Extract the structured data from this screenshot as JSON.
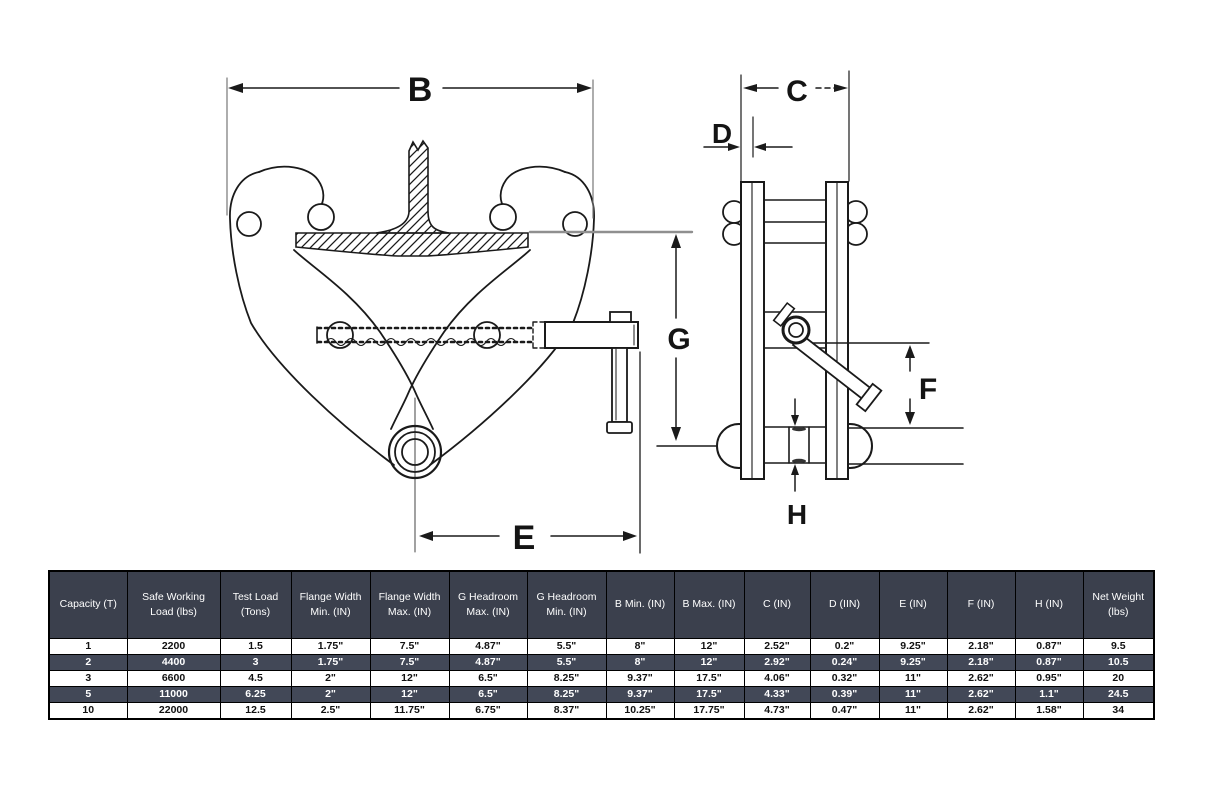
{
  "diagram": {
    "description": "beam clamp technical drawing, front view and side view",
    "dim_labels": {
      "B": "B",
      "C": "C",
      "D": "D",
      "E": "E",
      "F": "F",
      "G": "G",
      "H": "H"
    }
  },
  "table": {
    "columns": [
      "Capacity (T)",
      "Safe Working Load (lbs)",
      "Test Load (Tons)",
      "Flange Width Min. (IN)",
      "Flange Width Max. (IN)",
      "G Headroom Max. (IN)",
      "G Headroom Min. (IN)",
      "B Min. (IN)",
      "B Max. (IN)",
      "C (IN)",
      "D (IIN)",
      "E (IN)",
      "F (IN)",
      "H (IN)",
      "Net Weight (lbs)"
    ],
    "rows": [
      [
        "1",
        "2200",
        "1.5",
        "1.75\"",
        "7.5\"",
        "4.87\"",
        "5.5\"",
        "8\"",
        "12\"",
        "2.52\"",
        "0.2\"",
        "9.25\"",
        "2.18\"",
        "0.87\"",
        "9.5"
      ],
      [
        "2",
        "4400",
        "3",
        "1.75\"",
        "7.5\"",
        "4.87\"",
        "5.5\"",
        "8\"",
        "12\"",
        "2.92\"",
        "0.24\"",
        "9.25\"",
        "2.18\"",
        "0.87\"",
        "10.5"
      ],
      [
        "3",
        "6600",
        "4.5",
        "2\"",
        "12\"",
        "6.5\"",
        "8.25\"",
        "9.37\"",
        "17.5\"",
        "4.06\"",
        "0.32\"",
        "11\"",
        "2.62\"",
        "0.95\"",
        "20"
      ],
      [
        "5",
        "11000",
        "6.25",
        "2\"",
        "12\"",
        "6.5\"",
        "8.25\"",
        "9.37\"",
        "17.5\"",
        "4.33\"",
        "0.39\"",
        "11\"",
        "2.62\"",
        "1.1\"",
        "24.5"
      ],
      [
        "10",
        "22000",
        "12.5",
        "2.5\"",
        "11.75\"",
        "6.75\"",
        "8.37\"",
        "10.25\"",
        "17.75\"",
        "4.73\"",
        "0.47\"",
        "11\"",
        "2.62\"",
        "1.58\"",
        "34"
      ]
    ]
  },
  "colors": {
    "header_bg": "#3b404d",
    "header_text": "#ffffff",
    "row_alt_bg": "#424857",
    "row_alt_text": "#ffffff",
    "row_text": "#111111",
    "line": "#1a1a1a",
    "ref_line": "#8f8f8f",
    "background": "#ffffff"
  }
}
